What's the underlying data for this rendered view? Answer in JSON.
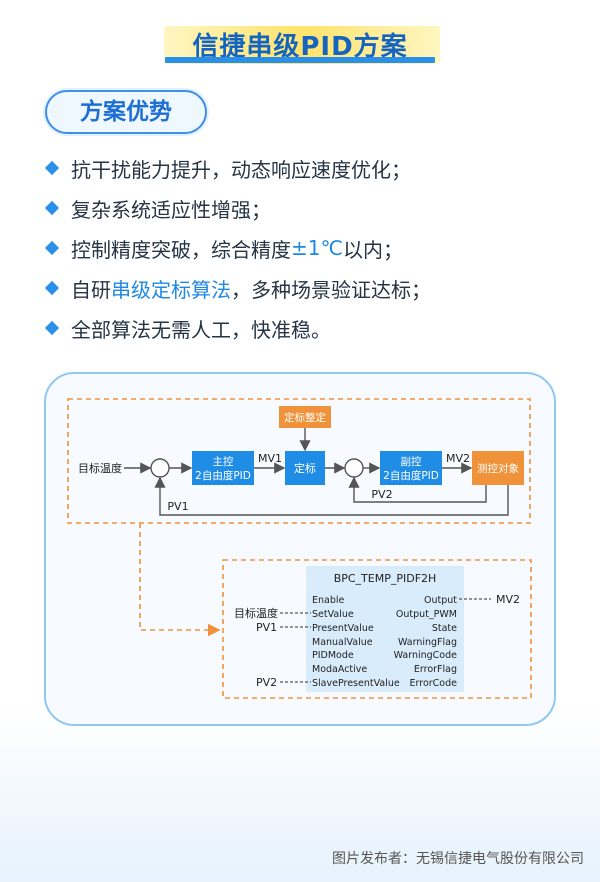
{
  "title": "信捷串级PID方案",
  "section": "方案优势",
  "bullets": [
    {
      "pre": "抗干扰能力提升，动态响应速度优化；",
      "hl": "",
      "post": ""
    },
    {
      "pre": "复杂系统适应性增强；",
      "hl": "",
      "post": ""
    },
    {
      "pre": "控制精度突破，综合精度",
      "hl": "±1℃",
      "post": "以内；"
    },
    {
      "pre": "自研",
      "hl": "串级定标算法",
      "post": "，多种场景验证达标；"
    },
    {
      "pre": "全部算法无需人工，快准稳。",
      "hl": "",
      "post": ""
    }
  ],
  "diagram": {
    "target_temp": "目标温度",
    "calib_setting": "定标整定",
    "master": "主控",
    "master_sub": "2自由度PID",
    "mv1": "MV1",
    "calib": "定标",
    "slave": "副控",
    "slave_sub": "2自由度PID",
    "mv2": "MV2",
    "object": "测控对象",
    "pv1": "PV1",
    "pv2": "PV2"
  },
  "block": {
    "name": "BPC_TEMP_PIDF2H",
    "inputs": [
      "Enable",
      "SetValue",
      "PresentValue",
      "ManualValue",
      "PIDMode",
      "ModaActive",
      "SlavePresentValue"
    ],
    "outputs": [
      "Output",
      "Output_PWM",
      "State",
      "WarningFlag",
      "WarningCode",
      "ErrorFlag",
      "ErrorCode"
    ],
    "in_target": "目标温度",
    "in_pv1": "PV1",
    "in_pv2": "PV2",
    "out_mv2": "MV2"
  },
  "footer": "图片发布者：无锡信捷电气股份有限公司",
  "colors": {
    "blue": "#1f8ce6",
    "orange": "#f0923a",
    "dash": "#f0923a"
  }
}
